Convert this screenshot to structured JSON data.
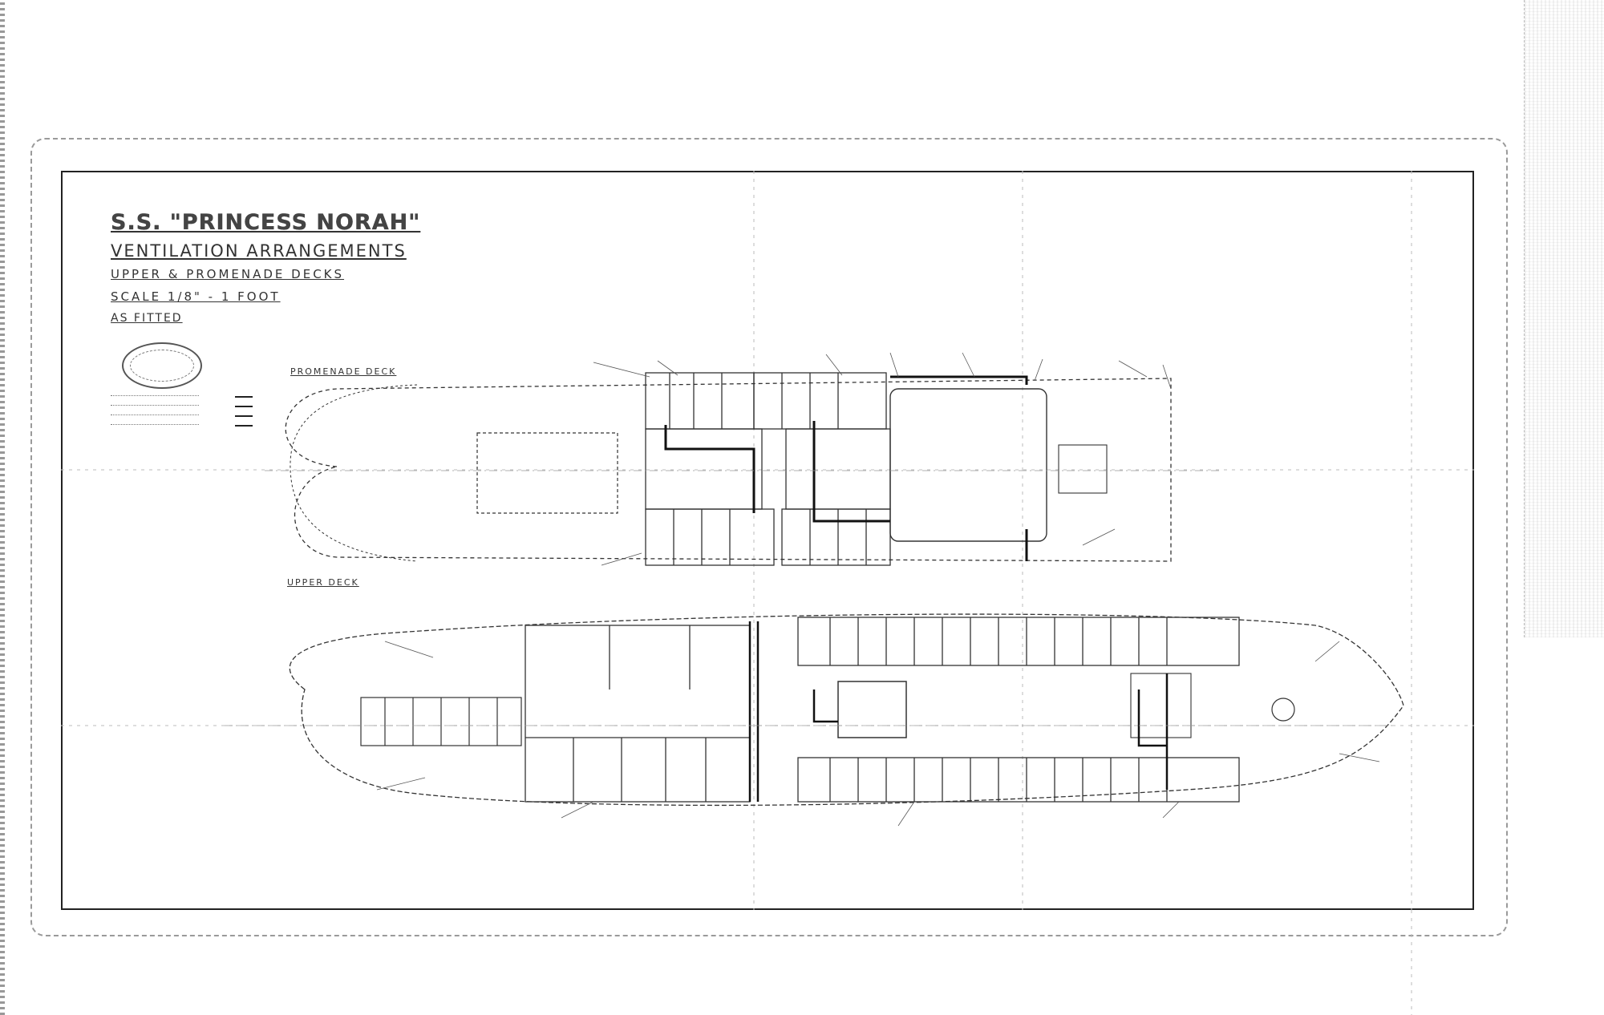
{
  "drawing": {
    "title": "S.S. \"PRINCESS NORAH\"",
    "subtitle": "VENTILATION ARRANGEMENTS",
    "decks": "UPPER & PROMENADE DECKS",
    "scale": "SCALE 1/8\" - 1 FOOT",
    "status": "AS FITTED"
  },
  "plans": {
    "promenade_label": "PROMENADE DECK",
    "upper_label": "UPPER DECK"
  }
}
